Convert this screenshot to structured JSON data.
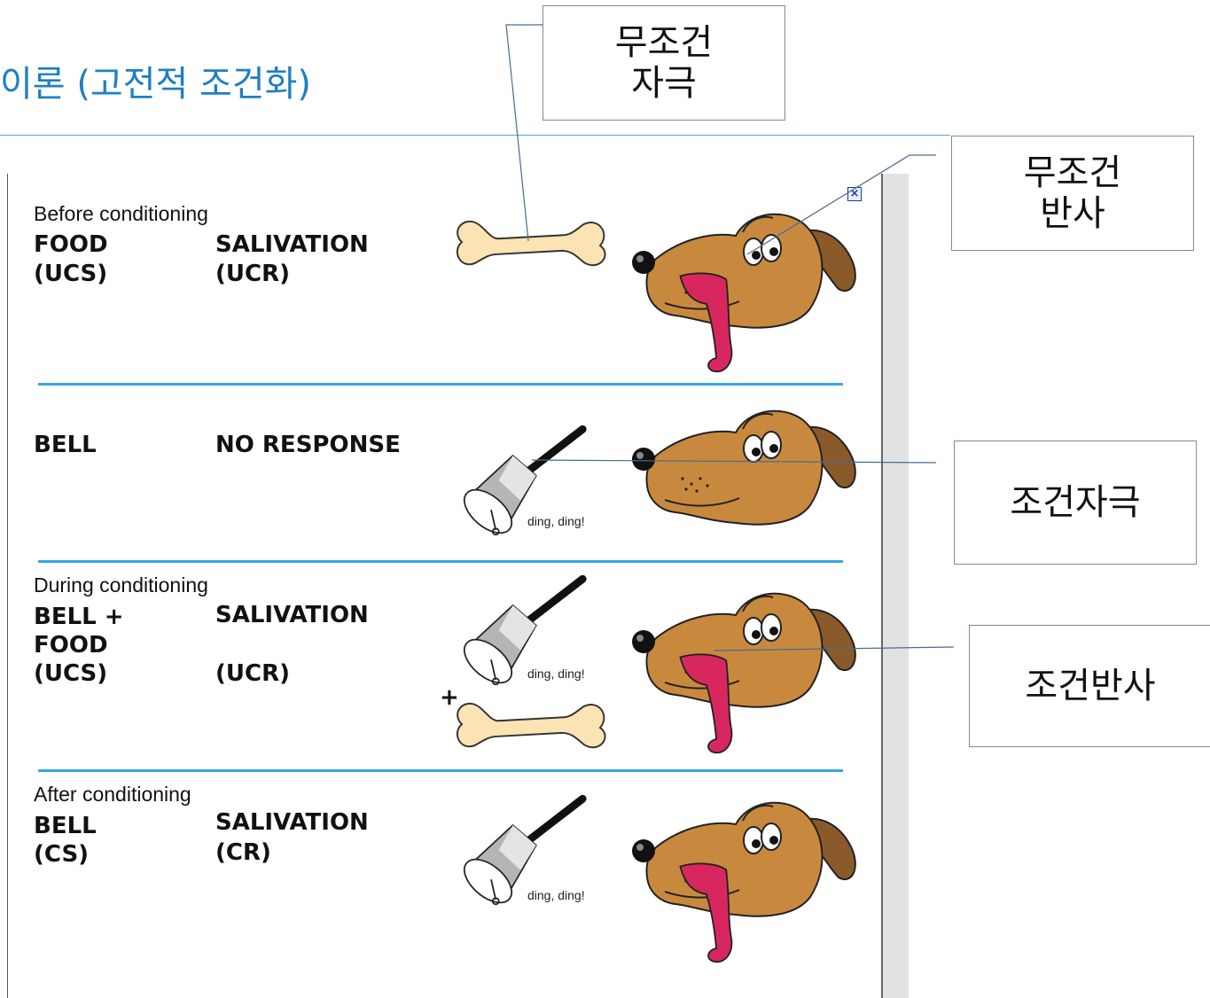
{
  "slide": {
    "title": "이론 (고전적 조건화)"
  },
  "figure": {
    "sections": [
      {
        "heading": "Before conditioning",
        "left": [
          "FOOD",
          "(UCS)"
        ],
        "right": [
          "SALIVATION",
          "(UCR)"
        ]
      },
      {
        "heading": "",
        "left": [
          "BELL"
        ],
        "right": [
          "NO RESPONSE"
        ],
        "sound": "ding, ding!"
      },
      {
        "heading": "During conditioning",
        "left": [
          "BELL +",
          "FOOD",
          "(UCS)"
        ],
        "right": [
          "SALIVATION",
          "(UCR)"
        ],
        "sound": "ding, ding!",
        "plus": "+"
      },
      {
        "heading": "After conditioning",
        "left": [
          "BELL",
          "(CS)"
        ],
        "right": [
          "SALIVATION",
          "(CR)"
        ],
        "sound": "ding, ding!"
      }
    ]
  },
  "callouts": {
    "ucs": {
      "line1": "무조건",
      "line2": "자극"
    },
    "ucr": {
      "line1": "무조건",
      "line2": "반사"
    },
    "cs": "조건자극",
    "cr": "조건반사"
  },
  "colors": {
    "title": "#1f7fc4",
    "divider": "#35a8e0",
    "bone": "#fbe3b4",
    "dog": "#c8893e",
    "tongue": "#d8275f",
    "bell": "#a9a9a9"
  }
}
